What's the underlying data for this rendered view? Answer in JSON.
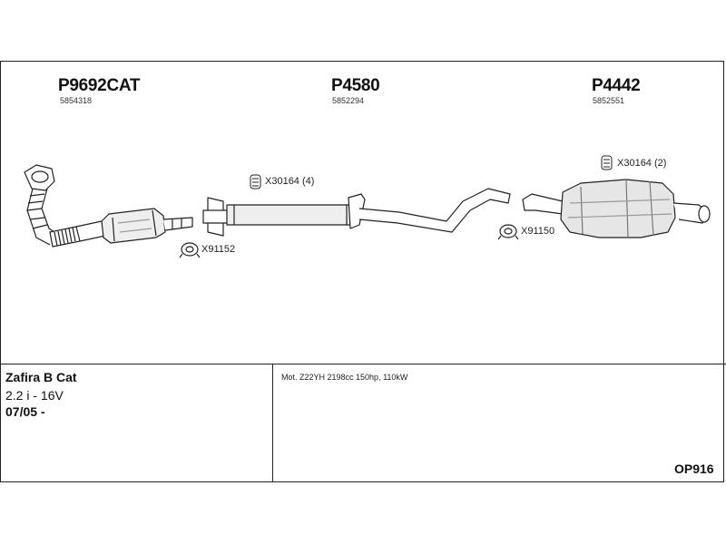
{
  "parts": [
    {
      "part_number": "P9692CAT",
      "oem_number": "5854318"
    },
    {
      "part_number": "P4580",
      "oem_number": "5852294"
    },
    {
      "part_number": "P4442",
      "oem_number": "5852551"
    }
  ],
  "callouts": {
    "clamp_mid": "X30164 (4)",
    "clamp_rear": "X30164 (2)",
    "ring_front": "X91152",
    "ring_rear": "X91150"
  },
  "vehicle": {
    "model": "Zafira B Cat",
    "engine": "2.2 i - 16V",
    "years": "07/05 -"
  },
  "engine_info": "Mot. Z22YH 2198cc 150hp, 110kW",
  "diagram_code": "OP916"
}
